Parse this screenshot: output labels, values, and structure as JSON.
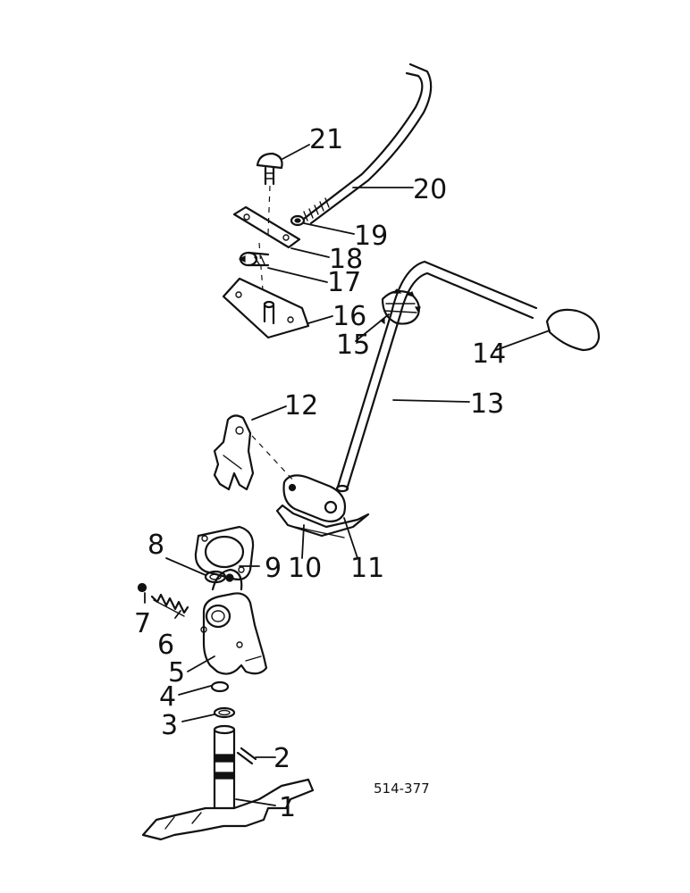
{
  "diagram": {
    "drawing_code": "514-377",
    "callouts": [
      "1",
      "2",
      "3",
      "4",
      "5",
      "6",
      "7",
      "8",
      "9",
      "10",
      "11",
      "12",
      "13",
      "14",
      "15",
      "16",
      "17",
      "18",
      "19",
      "20",
      "21"
    ]
  }
}
